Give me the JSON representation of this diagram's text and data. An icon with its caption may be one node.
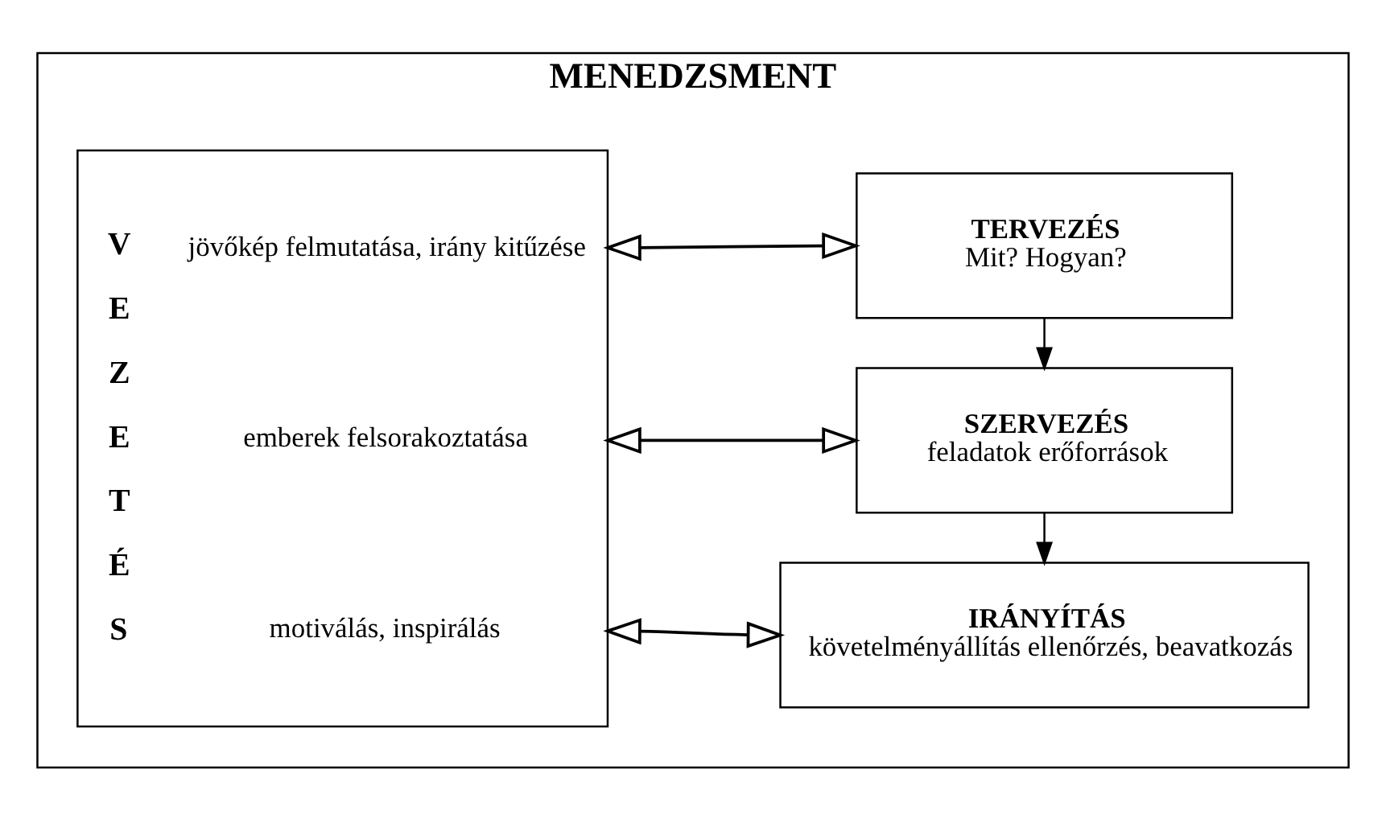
{
  "diagram": {
    "nodes": [
      {
        "text": [
          "MENEDZSMENT"
        ]
      },
      {
        "text": [
          "VEZETÉS",
          "jövőkép felmutatása, irány kitűzése",
          "emberek felsorakoztatása",
          "motiválás, inspirálás"
        ],
        "in": 0
      },
      {
        "text": [
          "TERVEZÉS",
          "Mit? Hogyan?"
        ],
        "in": 0
      },
      {
        "text": [
          "SZERVEZÉS",
          "feladatok erőforrások"
        ],
        "in": 0
      },
      {
        "text": [
          "IRÁNYÍTÁS",
          "követelményállítás ellenőrzés, beavatkozás"
        ],
        "in": 0
      }
    ],
    "edges": [
      {
        "from": 1,
        "to": 2,
        "arrow": "both"
      },
      {
        "from": 1,
        "to": 3,
        "arrow": "both"
      },
      {
        "from": 1,
        "to": 4,
        "arrow": "both"
      },
      {
        "from": 2,
        "to": 3,
        "arrow": "to"
      },
      {
        "from": 3,
        "to": 4,
        "arrow": "to"
      }
    ]
  }
}
